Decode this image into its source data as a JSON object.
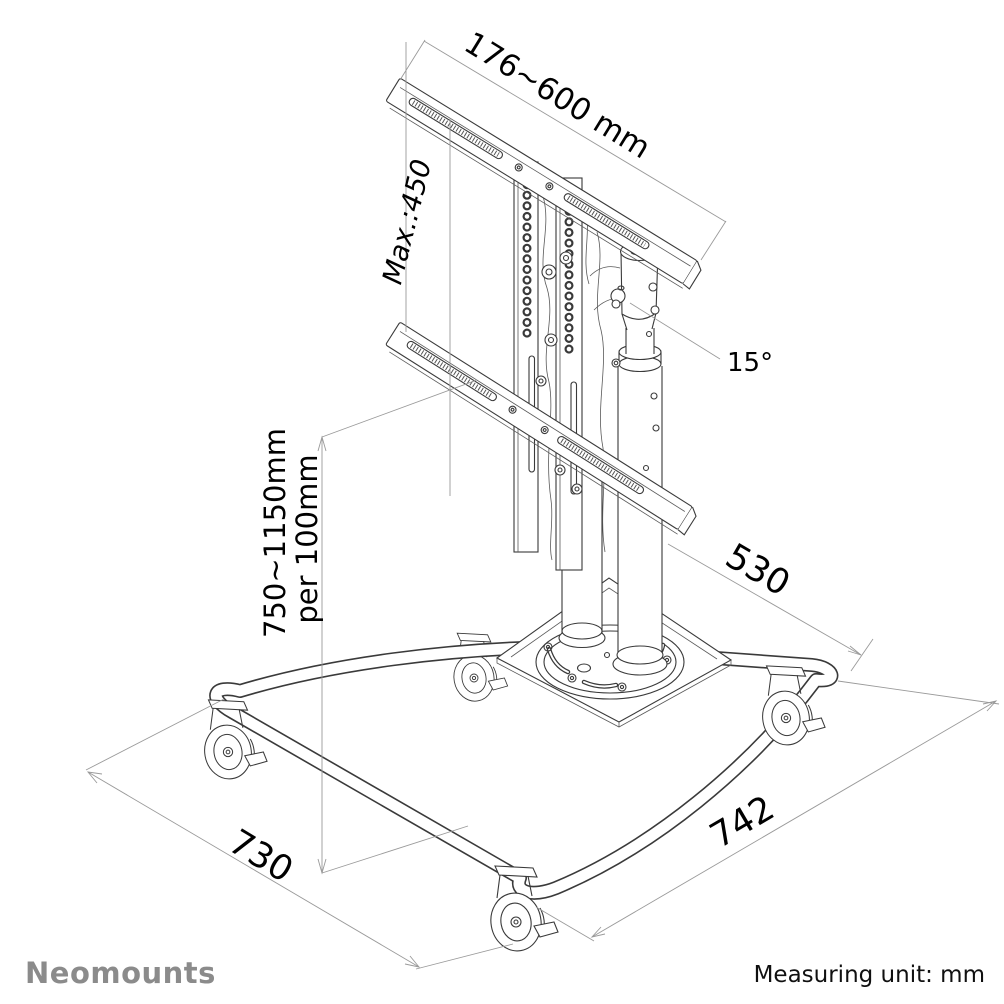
{
  "drawing": {
    "subject": "mobile TV floor stand isometric technical drawing"
  },
  "dimensions": {
    "bracket_width": "176~600 mm",
    "bracket_height_max": "Max.:450",
    "tilt_angle": "15°",
    "height_range": "750~1150mm",
    "height_step": "per 100mm",
    "base_side_right": "530",
    "base_front_width": "742",
    "base_side_left": "730"
  },
  "footer": {
    "brand": "Neomounts",
    "measuring_unit": "Measuring unit: mm"
  },
  "colors": {
    "outline": "#3a3a3a",
    "dimension_line": "#9a9a9a",
    "label_text": "#000000",
    "brand_gray": "#8b8b8b",
    "background": "#ffffff"
  }
}
